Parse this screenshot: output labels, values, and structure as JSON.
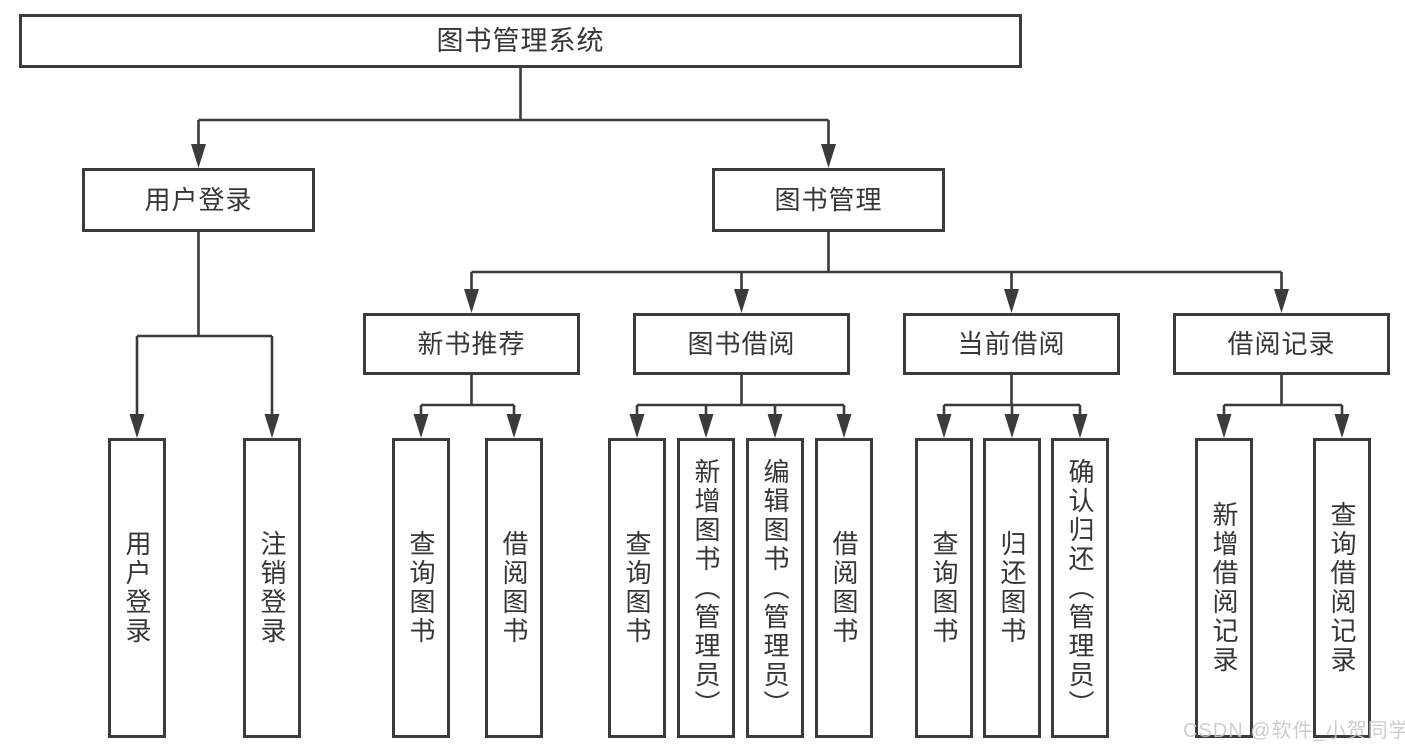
{
  "tree": {
    "root": "图书管理系统",
    "branches": [
      {
        "label": "用户登录",
        "children": [
          "用户登录",
          "注销登录"
        ]
      },
      {
        "label": "图书管理"
      }
    ],
    "sections": [
      {
        "label": "新书推荐",
        "children": [
          "查询图书",
          "借阅图书"
        ]
      },
      {
        "label": "图书借阅",
        "children": [
          "查询图书",
          "新增图书（管理员）",
          "编辑图书（管理员）",
          "借阅图书"
        ]
      },
      {
        "label": "当前借阅",
        "children": [
          "查询图书",
          "归还图书",
          "确认归还（管理员）"
        ]
      },
      {
        "label": "借阅记录",
        "children": [
          "新增借阅记录",
          "查询借阅记录"
        ]
      }
    ]
  },
  "watermark": "CSDN @软件_小贺同学",
  "colors": {
    "line": "#3b3b3b",
    "text": "#363636",
    "watermark": "#c9c9c9",
    "background": "#ffffff"
  }
}
